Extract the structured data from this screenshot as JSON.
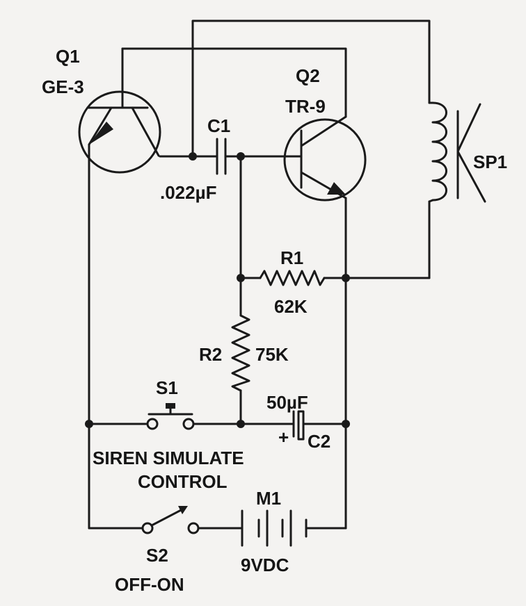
{
  "components": {
    "q1": {
      "ref": "Q1",
      "part": "GE-3"
    },
    "q2": {
      "ref": "Q2",
      "part": "TR-9"
    },
    "c1": {
      "ref": "C1",
      "value": ".022µF"
    },
    "c2": {
      "ref": "C2",
      "value": "50µF",
      "polarity": "+"
    },
    "r1": {
      "ref": "R1",
      "value": "62K"
    },
    "r2": {
      "ref": "R2",
      "value": "75K"
    },
    "sp1": {
      "ref": "SP1"
    },
    "s1": {
      "ref": "S1",
      "label_line1": "SIREN SIMULATE",
      "label_line2": "CONTROL"
    },
    "s2": {
      "ref": "S2",
      "label": "OFF-ON"
    },
    "m1": {
      "ref": "M1",
      "value": "9VDC"
    }
  }
}
